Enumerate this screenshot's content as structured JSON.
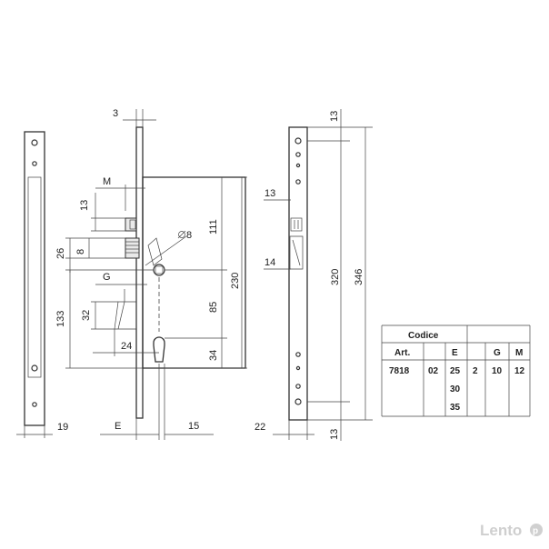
{
  "dimensions": {
    "d3": "3",
    "dM": "M",
    "d13_left": "13",
    "d26": "26",
    "d8_left": "8",
    "dG": "G",
    "d133": "133",
    "d32": "32",
    "d24": "24",
    "d111": "111",
    "d230": "230",
    "d85": "85",
    "d34": "34",
    "dphi8": "8",
    "d19": "19",
    "dE": "E",
    "d15": "15",
    "d22": "22",
    "d13_top": "13",
    "d13_mid": "13",
    "d14": "14",
    "d320": "320",
    "d346": "346",
    "d13_bottom": "13"
  },
  "table": {
    "title": "Codice",
    "headers": [
      "Art.",
      "E",
      "G",
      "M"
    ],
    "row": {
      "art": "7818",
      "code": "02",
      "e_values": [
        "25",
        "30",
        "35"
      ],
      "g": "10",
      "g_prefix": "2",
      "m": "12"
    }
  },
  "watermark": {
    "text": "Lento"
  },
  "colors": {
    "line": "#333333",
    "background": "#ffffff",
    "watermark": "#cfcfcf"
  }
}
